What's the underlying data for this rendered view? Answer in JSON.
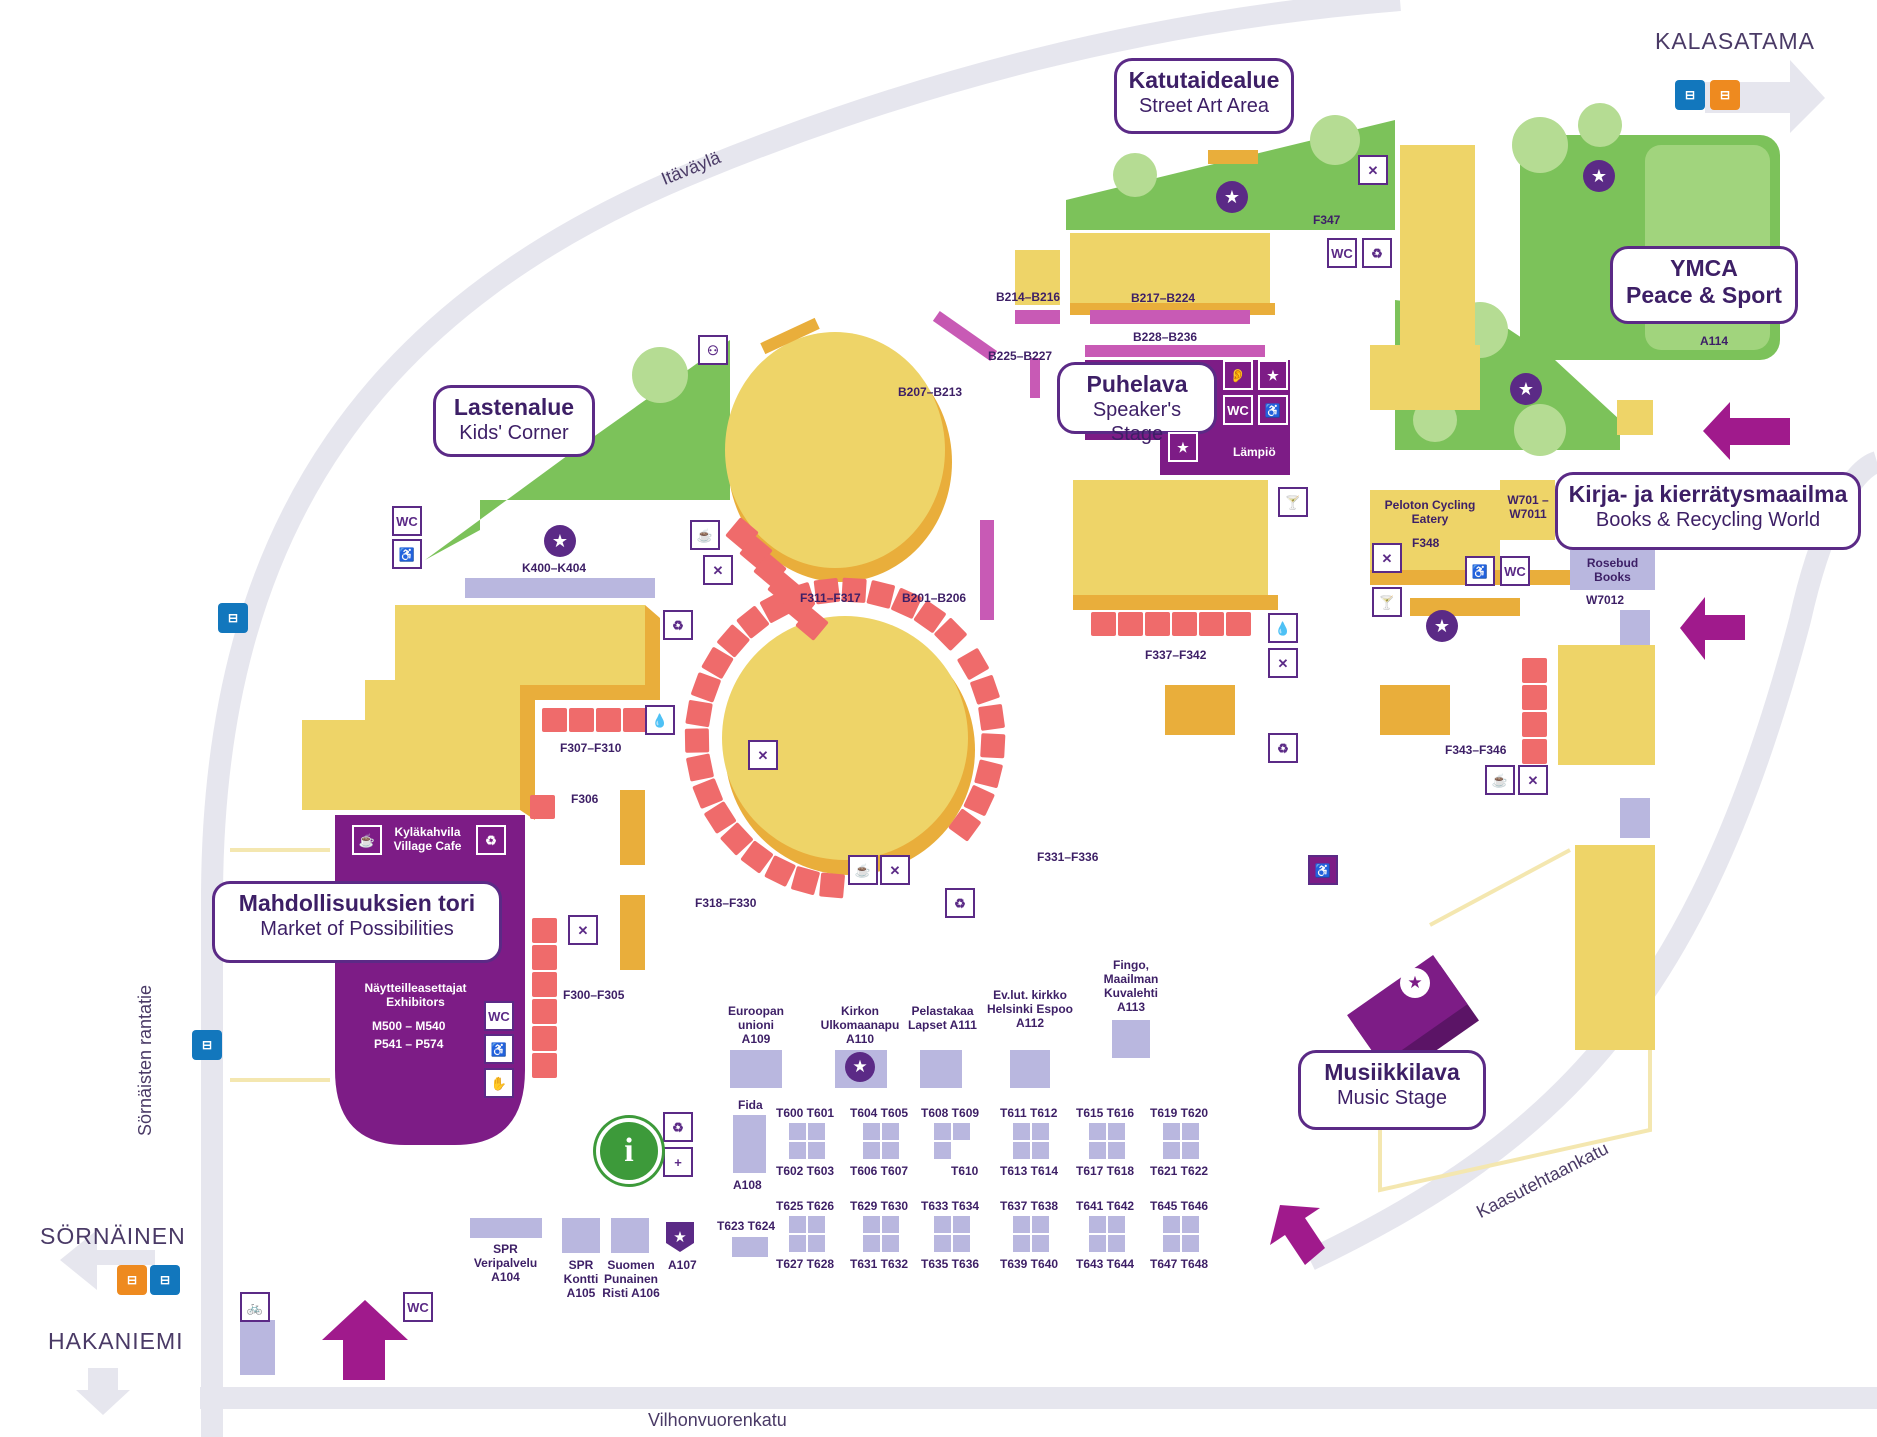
{
  "colors": {
    "purple": "#7d1c86",
    "dark_purple": "#5b2a86",
    "yellow": "#eed468",
    "orange": "#e9ae3b",
    "green": "#7cc25a",
    "salmon": "#ef6b6b",
    "lavender": "#b9b7df",
    "road": "#e6e6ee"
  },
  "areas": {
    "katutaide": {
      "fi": "Katutaidealue",
      "en": "Street Art Area"
    },
    "lasten": {
      "fi": "Lastenalue",
      "en": "Kids' Corner"
    },
    "puhelava": {
      "fi": "Puhelava",
      "en": "Speaker's Stage"
    },
    "ymca": {
      "fi": "YMCA",
      "en": "Peace & Sport"
    },
    "kirja": {
      "fi": "Kirja- ja kierrätysmaailma",
      "en": "Books & Recycling World"
    },
    "tori": {
      "fi": "Mahdollisuuksien tori",
      "en": "Market of Possibilities"
    },
    "musiikki": {
      "fi": "Musiikkilava",
      "en": "Music Stage"
    }
  },
  "streets": {
    "itavayla": "Itäväylä",
    "sornaisten": "Sörnäisten rantatie",
    "vilhonvuoren": "Vilhonvuorenkatu",
    "kaasutehtaan": "Kaasutehtaankatu"
  },
  "directions": {
    "kalasatama": "KALASATAMA",
    "sornainen": "SÖRNÄINEN",
    "hakaniemi": "HAKANIEMI"
  },
  "booths": {
    "A114": "A114",
    "F347": "F347",
    "B214": "B214–B216",
    "B217": "B217–B224",
    "B228": "B228–B236",
    "B225": "B225–B227",
    "B207": "B207–B213",
    "lampio": "Lämpiö",
    "peloton": "Peloton Cycling Eatery",
    "F348": "F348",
    "W701": "W701 – W7011",
    "rosebud": "Rosebud Books",
    "W7012": "W7012",
    "K400": "K400–K404",
    "F311": "F311–F317",
    "B201": "B201–B206",
    "F337": "F337–F342",
    "F307": "F307–F310",
    "F306": "F306",
    "F343": "F343–F346",
    "kylakahvila": "Kyläkahvila Village Cafe",
    "F331": "F331–F336",
    "F318": "F318–F330",
    "F300": "F300–F305",
    "exhibitors": "Näytteilleasettajat Exhibitors",
    "M500": "M500 – M540",
    "P541": "P541 – P574",
    "A109": "Euroopan unioni A109",
    "A110": "Kirkon Ulkomaanapu A110",
    "A111": "Pelastakaa Lapset A111",
    "A112": "Ev.lut. kirkko Helsinki Espoo A112",
    "A113": "Fingo, Maailman Kuvalehti A113",
    "fida": "Fida",
    "A108": "A108",
    "A104": "SPR Veripalvelu A104",
    "A105": "SPR Kontti A105",
    "A106": "Suomen Punainen Risti A106",
    "A107": "A107"
  },
  "tgrid": [
    [
      "T600 T601",
      "T602 T603"
    ],
    [
      "T604 T605",
      "T606 T607"
    ],
    [
      "T608 T609",
      "T610"
    ],
    [
      "T611 T612",
      "T613 T614"
    ],
    [
      "T615 T616",
      "T617 T618"
    ],
    [
      "T619 T620",
      "T621 T622"
    ],
    [
      "T625 T626",
      "T627 T628"
    ],
    [
      "T629 T630",
      "T631 T632"
    ],
    [
      "T633 T634",
      "T635 T636"
    ],
    [
      "T637 T638",
      "T639 T640"
    ],
    [
      "T641 T642",
      "T643 T644"
    ],
    [
      "T645 T646",
      "T647 T648"
    ]
  ],
  "t623": "T623 T624",
  "icons": {
    "wc": "WC",
    "recycle": "♻",
    "food": "✕",
    "cafe": "☕",
    "access": "♿",
    "star": "★",
    "info": "i",
    "firstaid": "+",
    "water": "💧",
    "drink": "🍸",
    "bike": "🚲",
    "stroller": "⚇",
    "hand": "✋",
    "ear": "👂"
  }
}
